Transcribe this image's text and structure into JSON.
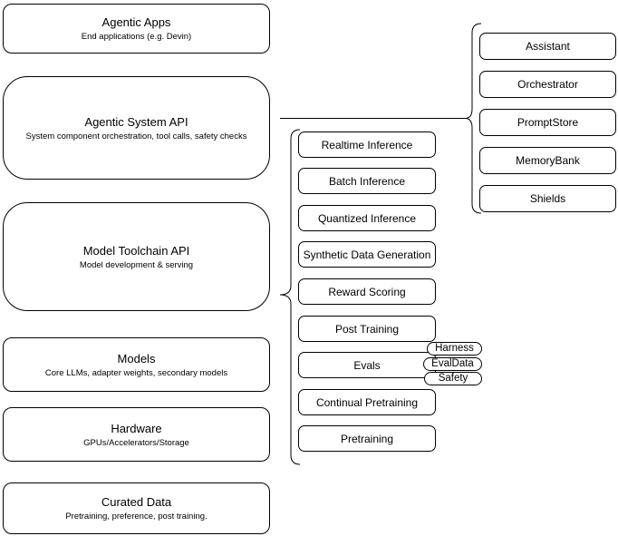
{
  "diagram": {
    "left_stack": [
      {
        "title": "Agentic Apps",
        "subtitle": "End applications (e.g. Devin)"
      },
      {
        "title": "Agentic System API",
        "subtitle": "System component orchestration, tool calls, safety checks"
      },
      {
        "title": "Model Toolchain API",
        "subtitle": "Model development & serving"
      },
      {
        "title": "Models",
        "subtitle": "Core LLMs, adapter weights, secondary models"
      },
      {
        "title": "Hardware",
        "subtitle": "GPUs/Accelerators/Storage"
      },
      {
        "title": "Curated Data",
        "subtitle": "Pretraining, preference, post training."
      }
    ],
    "toolchain_items": [
      "Realtime Inference",
      "Batch Inference",
      "Quantized Inference",
      "Synthetic Data Generation",
      "Reward Scoring",
      "Post Training",
      "Evals",
      "Continual Pretraining",
      "Pretraining"
    ],
    "eval_tags": [
      "Harness",
      "EvalData",
      "Safety"
    ],
    "system_components": [
      "Assistant",
      "Orchestrator",
      "PromptStore",
      "MemoryBank",
      "Shields"
    ],
    "colors": {
      "stroke": "#000000",
      "background": "#ffffff",
      "text": "#000000"
    }
  }
}
